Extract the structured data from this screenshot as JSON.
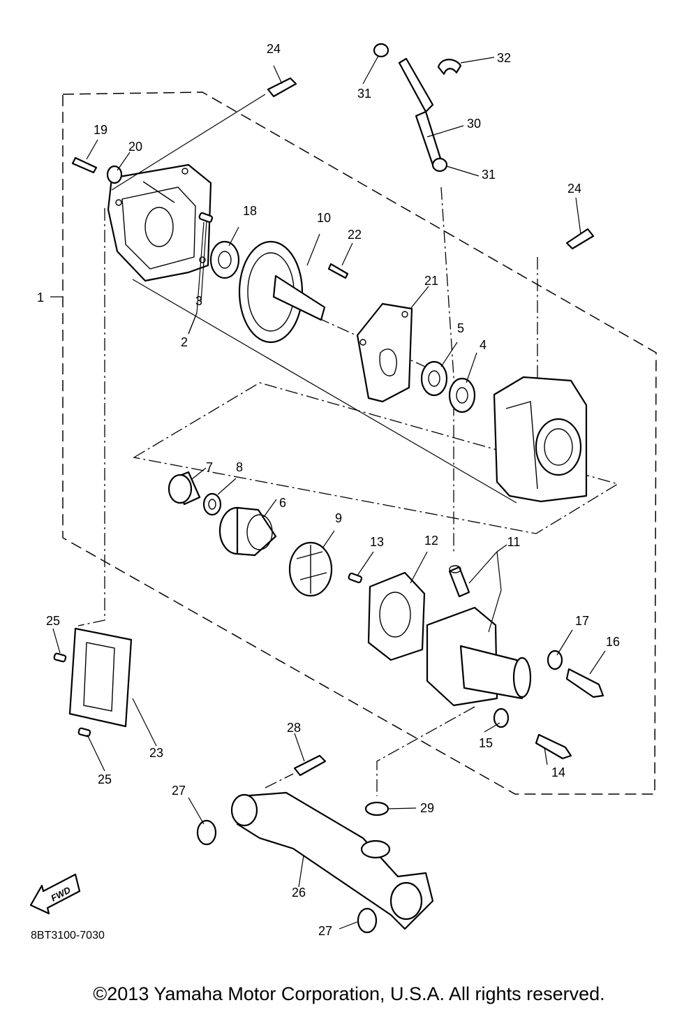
{
  "callouts": [
    "1",
    "2",
    "3",
    "4",
    "5",
    "6",
    "7",
    "8",
    "9",
    "10",
    "11",
    "12",
    "13",
    "14",
    "15",
    "16",
    "17",
    "18",
    "19",
    "20",
    "21",
    "22",
    "23",
    "24",
    "24",
    "25",
    "25",
    "26",
    "27",
    "27",
    "28",
    "29",
    "30",
    "31",
    "31",
    "32"
  ],
  "direction_badge": "FWD",
  "diagram_code": "8BT3100-7030",
  "copyright": "©2013 Yamaha Motor Corporation, U.S.A. All rights reserved."
}
